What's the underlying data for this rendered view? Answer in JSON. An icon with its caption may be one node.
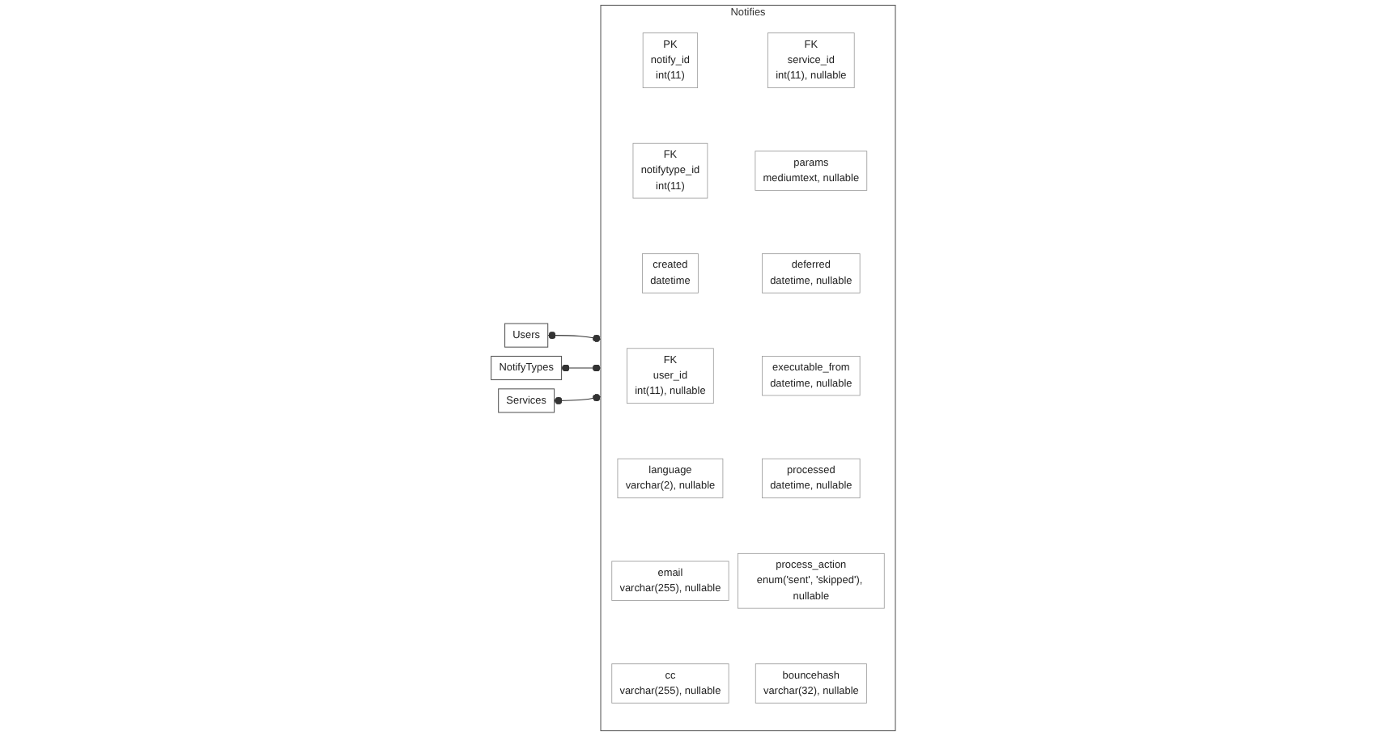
{
  "diagram": {
    "nodes": [
      {
        "text": [
          "Users"
        ]
      },
      {
        "text": [
          "NotifyTypes"
        ]
      },
      {
        "text": [
          "Services"
        ]
      },
      {
        "text": [
          "Notifies"
        ]
      },
      {
        "text": [
          "PK",
          "notify_id",
          "int(11)"
        ],
        "in": 3
      },
      {
        "text": [
          "FK",
          "notifytype_id",
          "int(11)"
        ],
        "in": 3
      },
      {
        "text": [
          "created",
          "datetime"
        ],
        "in": 3
      },
      {
        "text": [
          "FK",
          "user_id",
          "int(11), nullable"
        ],
        "in": 3
      },
      {
        "text": [
          "language",
          "varchar(2), nullable"
        ],
        "in": 3
      },
      {
        "text": [
          "email",
          "varchar(255), nullable"
        ],
        "in": 3
      },
      {
        "text": [
          "cc",
          "varchar(255), nullable"
        ],
        "in": 3
      },
      {
        "text": [
          "FK",
          "service_id",
          "int(11), nullable"
        ],
        "in": 3
      },
      {
        "text": [
          "params",
          "mediumtext, nullable"
        ],
        "in": 3
      },
      {
        "text": [
          "deferred",
          "datetime, nullable"
        ],
        "in": 3
      },
      {
        "text": [
          "executable_from",
          "datetime, nullable"
        ],
        "in": 3
      },
      {
        "text": [
          "processed",
          "datetime, nullable"
        ],
        "in": 3
      },
      {
        "text": [
          "process_action",
          "enum('sent', 'skipped'), nullable"
        ],
        "in": 3
      },
      {
        "text": [
          "bouncehash",
          "varchar(32), nullable"
        ],
        "in": 3
      }
    ],
    "edges": [
      {
        "from": 0,
        "to": 3,
        "arrow": "other"
      },
      {
        "from": 1,
        "to": 3,
        "arrow": "other"
      },
      {
        "from": 2,
        "to": 3,
        "arrow": "other"
      }
    ]
  }
}
